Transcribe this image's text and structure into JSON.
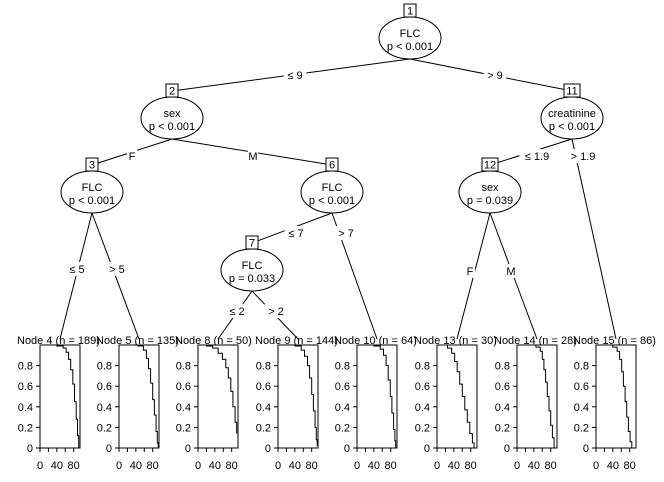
{
  "inner_nodes": [
    {
      "id": "1",
      "var": "FLC",
      "p": "p < 0.001"
    },
    {
      "id": "2",
      "var": "sex",
      "p": "p < 0.001"
    },
    {
      "id": "3",
      "var": "FLC",
      "p": "p < 0.001"
    },
    {
      "id": "6",
      "var": "FLC",
      "p": "p < 0.001"
    },
    {
      "id": "7",
      "var": "FLC",
      "p": "p = 0.033"
    },
    {
      "id": "11",
      "var": "creatinine",
      "p": "p < 0.001"
    },
    {
      "id": "12",
      "var": "sex",
      "p": "p = 0.039"
    }
  ],
  "edges": [
    {
      "from": "1",
      "to": "2",
      "label": "≤ 9"
    },
    {
      "from": "1",
      "to": "11",
      "label": "> 9"
    },
    {
      "from": "2",
      "to": "3",
      "label": "F"
    },
    {
      "from": "2",
      "to": "6",
      "label": "M"
    },
    {
      "from": "3",
      "to": "4",
      "label": "≤ 5"
    },
    {
      "from": "3",
      "to": "5",
      "label": "> 5"
    },
    {
      "from": "6",
      "to": "7",
      "label": "≤ 7"
    },
    {
      "from": "6",
      "to": "10",
      "label": "> 7"
    },
    {
      "from": "7",
      "to": "8",
      "label": "≤ 2"
    },
    {
      "from": "7",
      "to": "9",
      "label": "> 2"
    },
    {
      "from": "11",
      "to": "12",
      "label": "≤ 1.9"
    },
    {
      "from": "11",
      "to": "15",
      "label": "> 1.9"
    },
    {
      "from": "12",
      "to": "13",
      "label": "F"
    },
    {
      "from": "12",
      "to": "14",
      "label": "M"
    }
  ],
  "terminal_nodes": [
    {
      "id": "4",
      "title": "Node 4 (n = 189)",
      "curve": [
        [
          0,
          1
        ],
        [
          40,
          0.99
        ],
        [
          55,
          0.97
        ],
        [
          62,
          0.93
        ],
        [
          68,
          0.86
        ],
        [
          73,
          0.76
        ],
        [
          78,
          0.62
        ],
        [
          82,
          0.45
        ],
        [
          86,
          0.28
        ],
        [
          89,
          0.12
        ],
        [
          92,
          0.0
        ]
      ]
    },
    {
      "id": "5",
      "title": "Node 5 (n = 135)",
      "curve": [
        [
          0,
          1
        ],
        [
          45,
          0.99
        ],
        [
          58,
          0.95
        ],
        [
          65,
          0.87
        ],
        [
          70,
          0.77
        ],
        [
          75,
          0.63
        ],
        [
          80,
          0.47
        ],
        [
          84,
          0.32
        ],
        [
          88,
          0.16
        ],
        [
          91,
          0.05
        ],
        [
          93,
          0.0
        ]
      ]
    },
    {
      "id": "8",
      "title": "Node 8 (n = 50)",
      "curve": [
        [
          0,
          1
        ],
        [
          20,
          0.99
        ],
        [
          35,
          0.97
        ],
        [
          48,
          0.92
        ],
        [
          58,
          0.86
        ],
        [
          66,
          0.78
        ],
        [
          72,
          0.68
        ],
        [
          78,
          0.55
        ],
        [
          83,
          0.4
        ],
        [
          88,
          0.25
        ],
        [
          92,
          0.14
        ]
      ]
    },
    {
      "id": "9",
      "title": "Node 9 (n = 144)",
      "curve": [
        [
          0,
          1
        ],
        [
          40,
          0.99
        ],
        [
          55,
          0.95
        ],
        [
          63,
          0.89
        ],
        [
          70,
          0.8
        ],
        [
          75,
          0.68
        ],
        [
          80,
          0.52
        ],
        [
          84,
          0.36
        ],
        [
          88,
          0.2
        ],
        [
          91,
          0.08
        ],
        [
          93,
          0.02
        ]
      ]
    },
    {
      "id": "10",
      "title": "Node 10 (n = 64)",
      "curve": [
        [
          0,
          1
        ],
        [
          40,
          0.99
        ],
        [
          55,
          0.96
        ],
        [
          63,
          0.9
        ],
        [
          69,
          0.8
        ],
        [
          74,
          0.66
        ],
        [
          79,
          0.5
        ],
        [
          83,
          0.34
        ],
        [
          87,
          0.18
        ],
        [
          90,
          0.07
        ],
        [
          92,
          0.0
        ]
      ]
    },
    {
      "id": "13",
      "title": "Node 13 (n = 30)",
      "curve": [
        [
          0,
          1
        ],
        [
          25,
          0.97
        ],
        [
          35,
          0.92
        ],
        [
          42,
          0.84
        ],
        [
          48,
          0.74
        ],
        [
          54,
          0.62
        ],
        [
          60,
          0.5
        ],
        [
          66,
          0.37
        ],
        [
          72,
          0.25
        ],
        [
          78,
          0.14
        ],
        [
          84,
          0.05
        ],
        [
          88,
          0.0
        ]
      ]
    },
    {
      "id": "14",
      "title": "Node 14 (n = 28)",
      "curve": [
        [
          0,
          1
        ],
        [
          45,
          0.98
        ],
        [
          55,
          0.94
        ],
        [
          60,
          0.86
        ],
        [
          64,
          0.76
        ],
        [
          68,
          0.64
        ],
        [
          72,
          0.5
        ],
        [
          76,
          0.36
        ],
        [
          80,
          0.22
        ],
        [
          84,
          0.1
        ],
        [
          88,
          0.0
        ]
      ]
    },
    {
      "id": "15",
      "title": "Node 15 (n = 86)",
      "curve": [
        [
          0,
          1
        ],
        [
          40,
          0.98
        ],
        [
          50,
          0.94
        ],
        [
          56,
          0.86
        ],
        [
          61,
          0.74
        ],
        [
          65,
          0.6
        ],
        [
          69,
          0.45
        ],
        [
          73,
          0.3
        ],
        [
          77,
          0.16
        ],
        [
          81,
          0.06
        ],
        [
          85,
          0.0
        ]
      ]
    }
  ],
  "axes": {
    "y_ticks": [
      "0",
      "0.2",
      "0.4",
      "0.6",
      "0.8"
    ],
    "x_ticks": [
      "0",
      "40",
      "80"
    ],
    "x_range": [
      0,
      95
    ],
    "y_range": [
      0,
      1
    ]
  }
}
